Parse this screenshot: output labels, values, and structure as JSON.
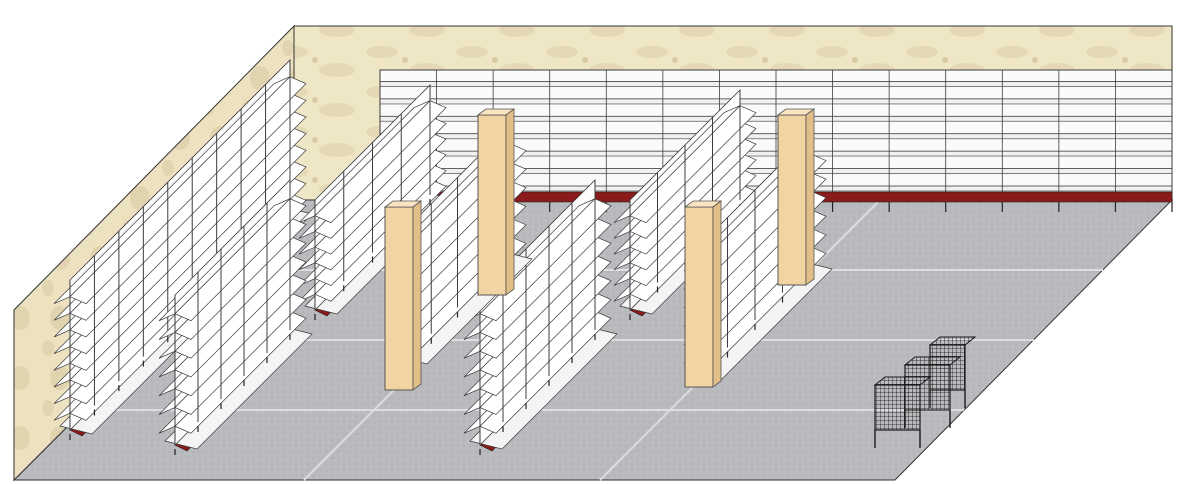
{
  "scene": {
    "subject": "store-shelving-layout",
    "colors": {
      "floor": "#b9bbbe",
      "floor_grout": "#dcdde0",
      "wall": "#efe6c6",
      "wall_pattern": "#d8cca5",
      "shelf_face": "#ffffff",
      "shelf_line": "#3c3c3c",
      "kickplate": "#8b1a1a",
      "column": "#f2d3a2",
      "basket": "#1a1a1a"
    },
    "units": [
      {
        "kind": "wall-gondola",
        "side": "back"
      },
      {
        "kind": "wall-gondola",
        "side": "left"
      },
      {
        "kind": "island-gondola",
        "row": 1,
        "column": 1
      },
      {
        "kind": "island-gondola",
        "row": 1,
        "column": 2
      },
      {
        "kind": "island-gondola",
        "row": 2,
        "column": 1
      },
      {
        "kind": "island-gondola",
        "row": 2,
        "column": 2
      },
      {
        "kind": "island-gondola",
        "row": 2,
        "column": 3
      },
      {
        "kind": "structural-column"
      },
      {
        "kind": "structural-column"
      },
      {
        "kind": "structural-column"
      },
      {
        "kind": "structural-column"
      },
      {
        "kind": "wire-basket-bin"
      }
    ]
  }
}
